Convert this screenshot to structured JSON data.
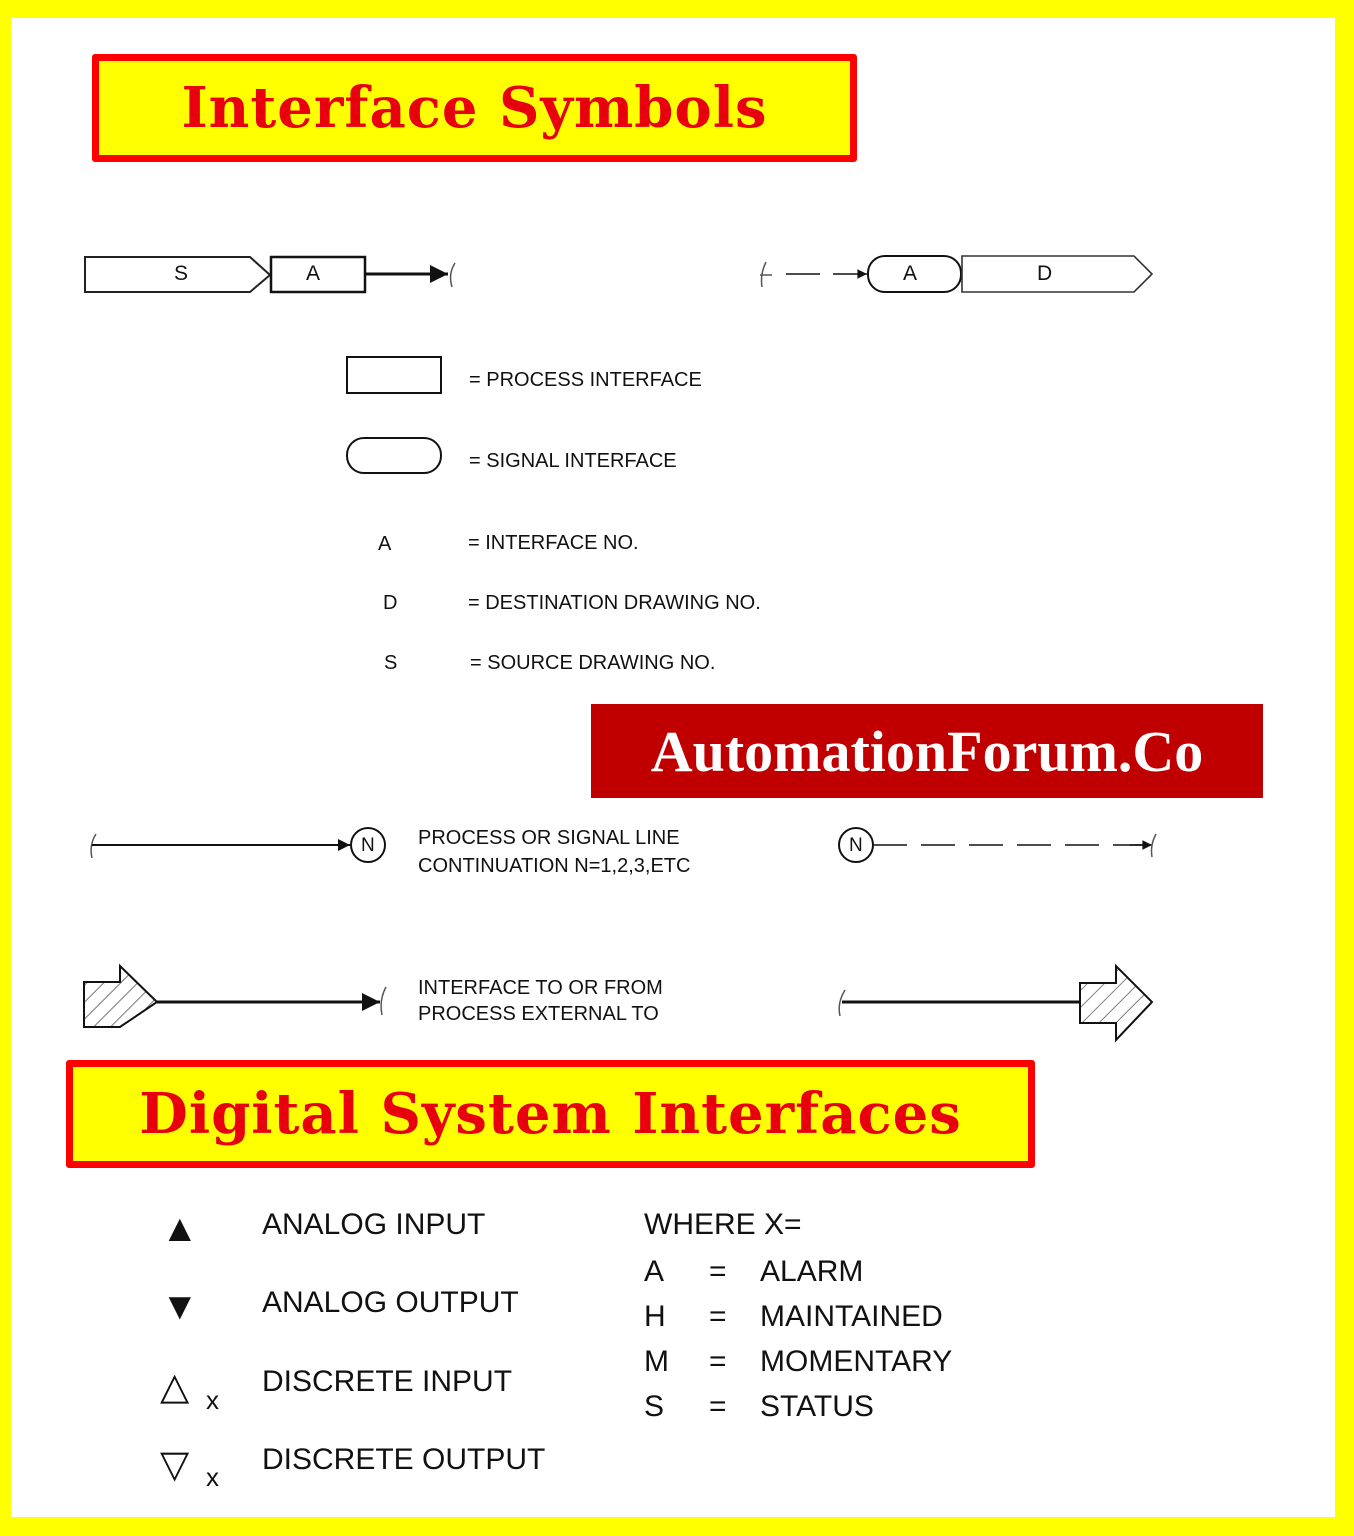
{
  "headers": {
    "interface_symbols": "Interface Symbols",
    "digital_system_interfaces": "Digital System Interfaces"
  },
  "brand": {
    "label": "AutomationForum.Co"
  },
  "colors": {
    "frame": "#ffff00",
    "title_border": "#ff0000",
    "title_text": "#e8000f",
    "brand_bg": "#c00000",
    "brand_text": "#ffffff"
  },
  "flow_examples": {
    "source_side": {
      "source_label": "S",
      "interface_label": "A"
    },
    "destination_side": {
      "interface_label": "A",
      "destination_label": "D"
    }
  },
  "legend": [
    {
      "symbol": "rectangle",
      "text": "= PROCESS INTERFACE"
    },
    {
      "symbol": "rounded-rectangle",
      "text": "= SIGNAL INTERFACE"
    },
    {
      "symbol": "A",
      "text": "= INTERFACE NO."
    },
    {
      "symbol": "D",
      "text": "= DESTINATION DRAWING NO."
    },
    {
      "symbol": "S",
      "text": "= SOURCE DRAWING NO."
    }
  ],
  "continuation": {
    "node_label": "N",
    "line1": "PROCESS OR SIGNAL LINE",
    "line2": "CONTINUATION N=1,2,3,ETC"
  },
  "external": {
    "line1": "INTERFACE TO OR FROM",
    "line2": "PROCESS EXTERNAL TO"
  },
  "digital_symbols": [
    {
      "icon": "filled-up-triangle",
      "glyph": "▲",
      "suffix": "",
      "label": "ANALOG INPUT"
    },
    {
      "icon": "filled-down-triangle",
      "glyph": "▼",
      "suffix": "",
      "label": "ANALOG OUTPUT"
    },
    {
      "icon": "hollow-up-triangle",
      "glyph": "△",
      "suffix": "x",
      "label": "DISCRETE INPUT"
    },
    {
      "icon": "hollow-down-triangle",
      "glyph": "▽",
      "suffix": "x",
      "label": "DISCRETE OUTPUT"
    }
  ],
  "where_x": {
    "heading": "WHERE X=",
    "items": [
      {
        "key": "A",
        "eq": "=",
        "value": "ALARM"
      },
      {
        "key": "H",
        "eq": "=",
        "value": "MAINTAINED"
      },
      {
        "key": "M",
        "eq": "=",
        "value": "MOMENTARY"
      },
      {
        "key": "S",
        "eq": "=",
        "value": "STATUS"
      }
    ]
  }
}
